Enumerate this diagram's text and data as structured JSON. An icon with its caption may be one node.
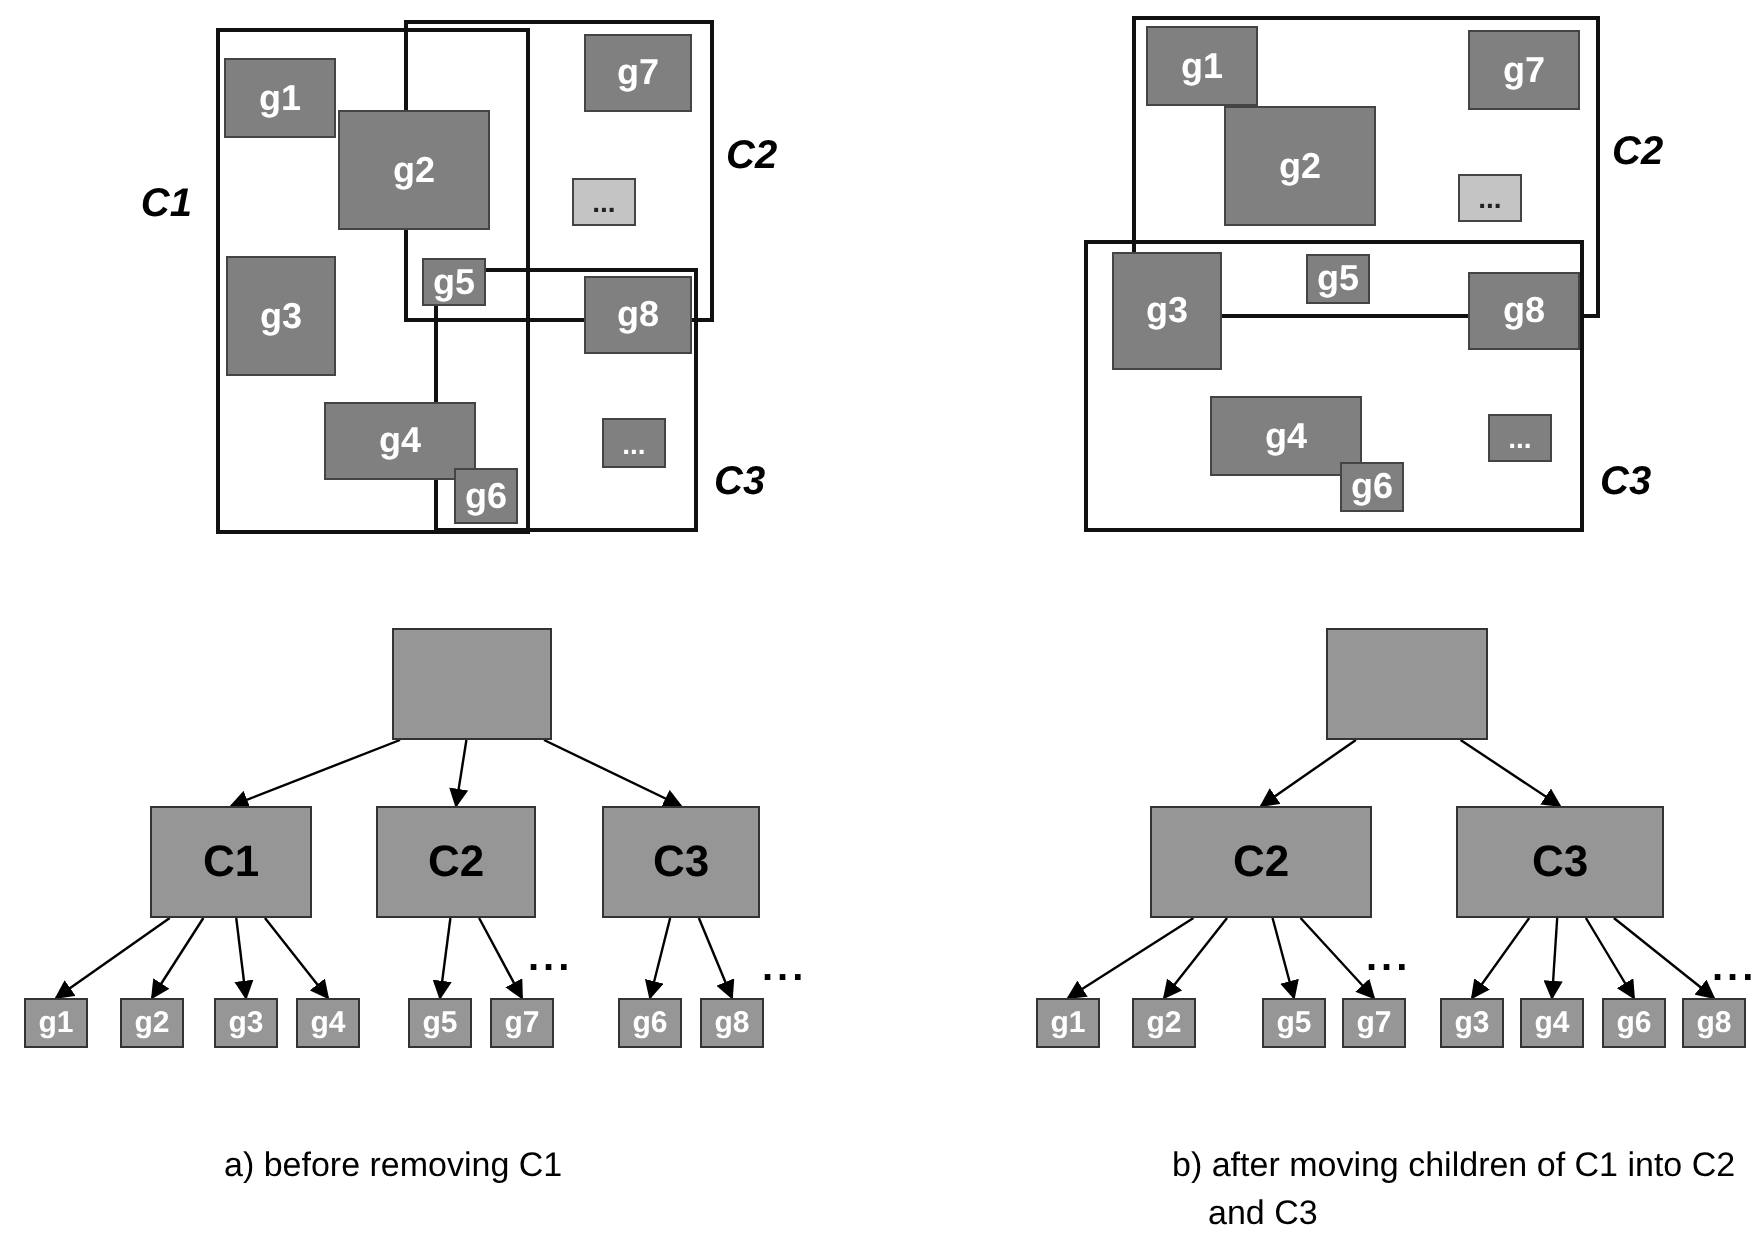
{
  "diagram": {
    "nodes": [
      {
        "text": [
          "C1"
        ]
      },
      {
        "text": [
          "C2"
        ]
      },
      {
        "text": [
          "C3"
        ]
      },
      {
        "text": [
          "g1"
        ],
        "in": 0
      },
      {
        "text": [
          "g7"
        ],
        "in": 1
      },
      {
        "text": [
          "g2"
        ],
        "in": 0
      },
      {
        "text": [
          "..."
        ],
        "in": 1
      },
      {
        "text": [
          "g3"
        ],
        "in": 0
      },
      {
        "text": [
          "g5"
        ]
      },
      {
        "text": [
          "g8"
        ],
        "in": 2
      },
      {
        "text": [
          "g4"
        ],
        "in": 0
      },
      {
        "text": [
          "..."
        ],
        "in": 2
      },
      {
        "text": [
          "g6"
        ]
      },
      {
        "text": [],
        "shape": "box"
      },
      {
        "text": [
          "C1"
        ]
      },
      {
        "text": [
          "C2"
        ]
      },
      {
        "text": [
          "C3"
        ]
      },
      {
        "text": [
          "g1"
        ]
      },
      {
        "text": [
          "g2"
        ]
      },
      {
        "text": [
          "g3"
        ]
      },
      {
        "text": [
          "g4"
        ]
      },
      {
        "text": [
          "g5"
        ]
      },
      {
        "text": [
          "g7"
        ]
      },
      {
        "text": [
          "g6"
        ]
      },
      {
        "text": [
          "g8"
        ]
      },
      {
        "text": [
          "C2"
        ]
      },
      {
        "text": [
          "C3"
        ]
      },
      {
        "text": [
          "g1"
        ],
        "in": 25
      },
      {
        "text": [
          "g7"
        ],
        "in": 25
      },
      {
        "text": [
          "g2"
        ],
        "in": 25
      },
      {
        "text": [
          "..."
        ],
        "in": 25
      },
      {
        "text": [
          "g3"
        ],
        "in": 26
      },
      {
        "text": [
          "g5"
        ]
      },
      {
        "text": [
          "g8"
        ],
        "in": 26
      },
      {
        "text": [
          "g4"
        ],
        "in": 26
      },
      {
        "text": [
          "..."
        ],
        "in": 26
      },
      {
        "text": [
          "g6"
        ],
        "in": 26
      },
      {
        "text": [],
        "shape": "box"
      },
      {
        "text": [
          "C2"
        ]
      },
      {
        "text": [
          "C3"
        ]
      },
      {
        "text": [
          "g1"
        ]
      },
      {
        "text": [
          "g2"
        ]
      },
      {
        "text": [
          "g5"
        ]
      },
      {
        "text": [
          "g7"
        ]
      },
      {
        "text": [
          "g3"
        ]
      },
      {
        "text": [
          "g4"
        ]
      },
      {
        "text": [
          "g6"
        ]
      },
      {
        "text": [
          "g8"
        ]
      }
    ],
    "edges": [
      {
        "from": 13,
        "to": 14,
        "arrow": "to"
      },
      {
        "from": 13,
        "to": 15,
        "arrow": "to"
      },
      {
        "from": 13,
        "to": 16,
        "arrow": "to"
      },
      {
        "from": 14,
        "to": 17,
        "arrow": "to"
      },
      {
        "from": 14,
        "to": 18,
        "arrow": "to"
      },
      {
        "from": 14,
        "to": 19,
        "arrow": "to"
      },
      {
        "from": 14,
        "to": 20,
        "arrow": "to"
      },
      {
        "from": 15,
        "to": 21,
        "arrow": "to"
      },
      {
        "from": 15,
        "to": 22,
        "arrow": "to"
      },
      {
        "from": 16,
        "to": 23,
        "arrow": "to"
      },
      {
        "from": 16,
        "to": 24,
        "arrow": "to"
      },
      {
        "from": 37,
        "to": 38,
        "arrow": "to"
      },
      {
        "from": 37,
        "to": 39,
        "arrow": "to"
      },
      {
        "from": 38,
        "to": 40,
        "arrow": "to"
      },
      {
        "from": 38,
        "to": 41,
        "arrow": "to"
      },
      {
        "from": 38,
        "to": 42,
        "arrow": "to"
      },
      {
        "from": 38,
        "to": 43,
        "arrow": "to"
      },
      {
        "from": 39,
        "to": 44,
        "arrow": "to"
      },
      {
        "from": 39,
        "to": 45,
        "arrow": "to"
      },
      {
        "from": 39,
        "to": 46,
        "arrow": "to"
      },
      {
        "from": 39,
        "to": 47,
        "arrow": "to"
      }
    ],
    "labels": [
      "...",
      "...",
      "...",
      "...",
      "a) before removing C1",
      "b) after moving children of C1 into C2 and C3"
    ]
  }
}
